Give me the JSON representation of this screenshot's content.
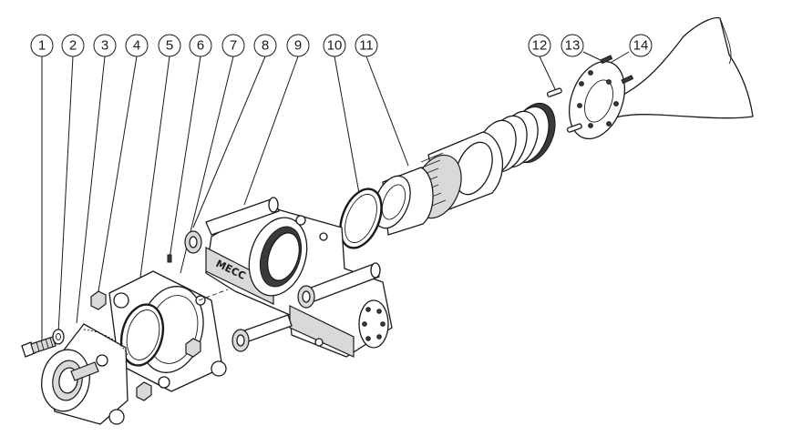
{
  "callouts": [
    {
      "label": "1"
    },
    {
      "label": "2"
    },
    {
      "label": "3"
    },
    {
      "label": "4"
    },
    {
      "label": "5"
    },
    {
      "label": "6"
    },
    {
      "label": "7"
    },
    {
      "label": "8"
    },
    {
      "label": "9"
    },
    {
      "label": "10"
    },
    {
      "label": "11"
    },
    {
      "label": "12"
    },
    {
      "label": "13"
    },
    {
      "label": "14"
    }
  ],
  "housing_marking": "MECC"
}
